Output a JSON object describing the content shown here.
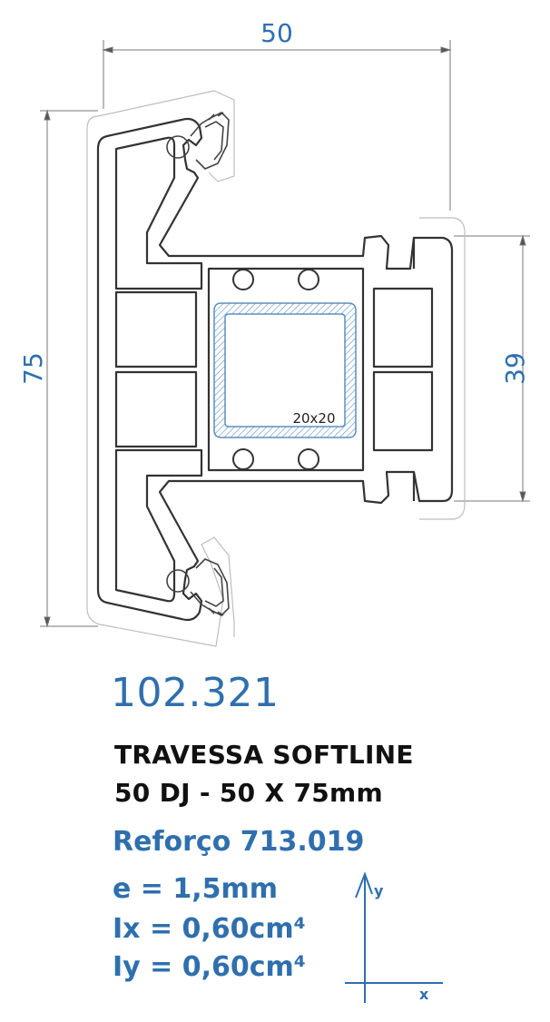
{
  "dimensions": {
    "width": "50",
    "height": "75",
    "right_height": "39",
    "reinforcement_size": "20x20"
  },
  "product": {
    "code": "102.321",
    "title_line1": "TRAVESSA SOFTLINE",
    "title_line2": "50 DJ - 50 X 75mm",
    "reinforcement": "Reforço 713.019"
  },
  "specs": {
    "thickness": "e = 1,5mm",
    "ix": "Ix = 0,60cm⁴",
    "iy": "Iy = 0,60cm⁴"
  },
  "axes": {
    "y_label": "y",
    "x_label": "x"
  },
  "colors": {
    "blue": "#2f6fae",
    "line": "#333333",
    "hatch": "#7aa6cf"
  }
}
